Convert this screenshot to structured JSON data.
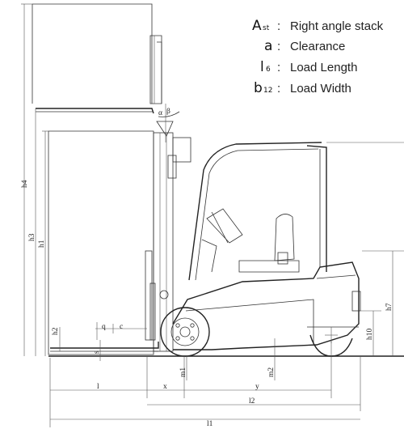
{
  "legend": [
    {
      "symbol": "A",
      "sub": "st",
      "sep": ":",
      "text": "Right angle stack"
    },
    {
      "symbol": "a",
      "sub": "",
      "sep": ":",
      "text": "Clearance"
    },
    {
      "symbol": "l",
      "sub": "6",
      "sep": ":",
      "text": "Load Length"
    },
    {
      "symbol": "b",
      "sub": "12",
      "sep": ":",
      "text": "Load Width"
    }
  ],
  "dimensions": {
    "h4": "h4",
    "h3": "h3",
    "h1": "h1",
    "h2": "h2",
    "h7": "h7",
    "h10": "h10",
    "q": "q",
    "c": "c",
    "s": "s",
    "l": "l",
    "x": "x",
    "y": "y",
    "l2": "l2",
    "l1": "l1",
    "m1": "m1",
    "m2": "m2",
    "alpha": "α",
    "beta": "β"
  }
}
